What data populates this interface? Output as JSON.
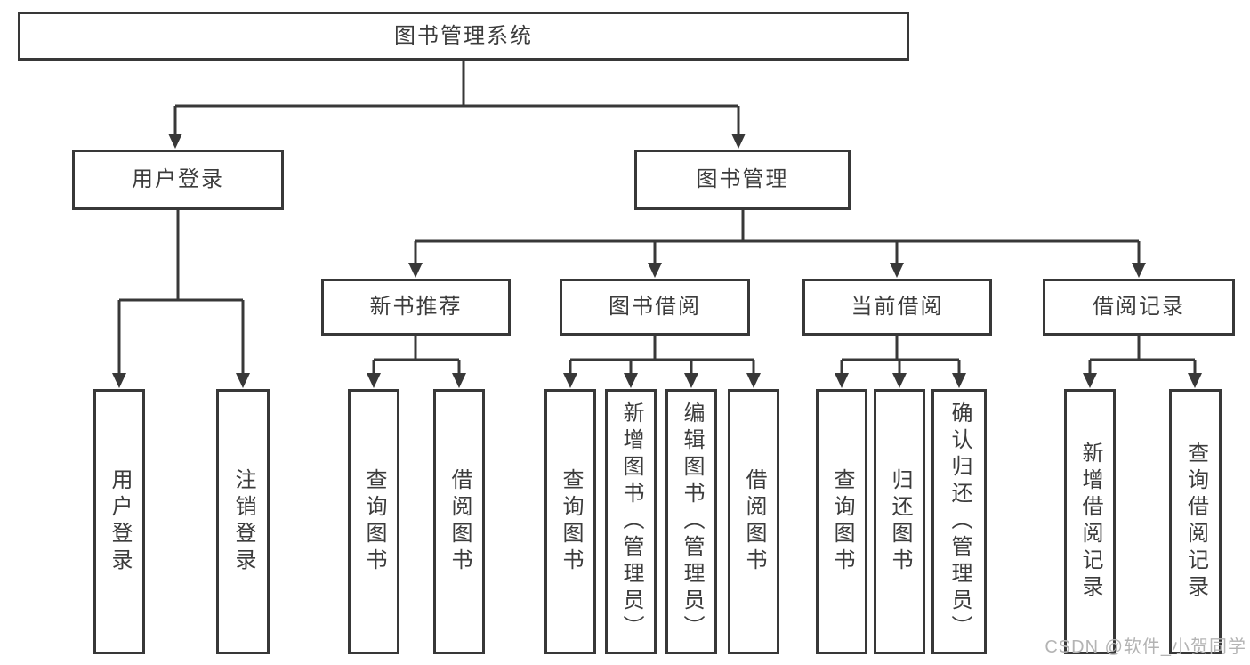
{
  "diagram": {
    "root": {
      "label": "图书管理系统"
    },
    "level2": [
      {
        "label": "用户登录",
        "children": [
          {
            "label": "用户登录"
          },
          {
            "label": "注销登录"
          }
        ]
      },
      {
        "label": "图书管理",
        "groups": [
          {
            "label": "新书推荐",
            "children": [
              {
                "label": "查询图书"
              },
              {
                "label": "借阅图书"
              }
            ]
          },
          {
            "label": "图书借阅",
            "children": [
              {
                "label": "查询图书"
              },
              {
                "label": "新增图书（管理员）"
              },
              {
                "label": "编辑图书（管理员）"
              },
              {
                "label": "借阅图书"
              }
            ]
          },
          {
            "label": "当前借阅",
            "children": [
              {
                "label": "查询图书"
              },
              {
                "label": "归还图书"
              },
              {
                "label": "确认归还（管理员）"
              }
            ]
          },
          {
            "label": "借阅记录",
            "children": [
              {
                "label": "新增借阅记录"
              },
              {
                "label": "查询借阅记录"
              }
            ]
          }
        ]
      }
    ]
  },
  "watermark": {
    "text": "CSDN @软件_小贺同学"
  },
  "colors": {
    "line": "#383838",
    "box_border": "#383838",
    "text": "#3c3c3c",
    "background": "#ffffff",
    "watermark": "#b4b4b4"
  }
}
